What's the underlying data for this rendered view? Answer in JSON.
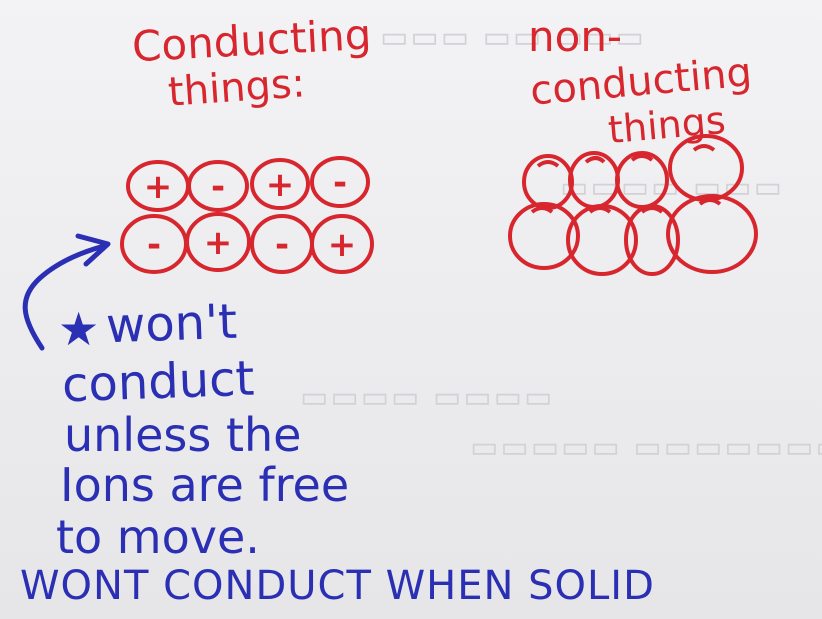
{
  "left_heading": [
    "Conducting",
    "things:"
  ],
  "right_heading": [
    "non-",
    "conducting",
    "things"
  ],
  "ion_rows": [
    [
      "+",
      "-",
      "+",
      "-"
    ],
    [
      "-",
      "+",
      "-",
      "+"
    ]
  ],
  "note": {
    "star": "★",
    "lines": [
      "won't",
      "conduct",
      "unless the",
      "Ions are free",
      "to move."
    ]
  },
  "caption": "WONT CONDUCT WHEN SOLID",
  "colors": {
    "red_ink": "#d8262e",
    "blue_ink": "#2a2fb4",
    "paper": "#eeeef0"
  }
}
